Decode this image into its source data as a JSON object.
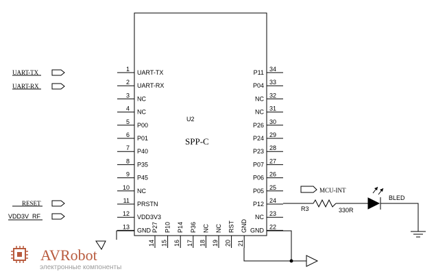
{
  "module": {
    "ref": "U2",
    "value": "SPP-C",
    "left_pins": [
      {
        "num": "1",
        "name": "UART-TX"
      },
      {
        "num": "2",
        "name": "UART-RX"
      },
      {
        "num": "3",
        "name": "NC"
      },
      {
        "num": "4",
        "name": "NC"
      },
      {
        "num": "5",
        "name": "P00"
      },
      {
        "num": "6",
        "name": "P01"
      },
      {
        "num": "7",
        "name": "P40"
      },
      {
        "num": "8",
        "name": "P35"
      },
      {
        "num": "9",
        "name": "P45"
      },
      {
        "num": "10",
        "name": "NC"
      },
      {
        "num": "11",
        "name": "PRSTN"
      },
      {
        "num": "12",
        "name": "VDD3V3"
      },
      {
        "num": "13",
        "name": "GND"
      }
    ],
    "right_pins": [
      {
        "num": "34",
        "name": "P11"
      },
      {
        "num": "33",
        "name": "P04"
      },
      {
        "num": "32",
        "name": "NC"
      },
      {
        "num": "31",
        "name": "NC"
      },
      {
        "num": "30",
        "name": "P26"
      },
      {
        "num": "29",
        "name": "P24"
      },
      {
        "num": "28",
        "name": "P23"
      },
      {
        "num": "27",
        "name": "P07"
      },
      {
        "num": "26",
        "name": "P06"
      },
      {
        "num": "25",
        "name": "P05"
      },
      {
        "num": "24",
        "name": "P12"
      },
      {
        "num": "23",
        "name": "NC"
      },
      {
        "num": "22",
        "name": "GND"
      }
    ],
    "bottom_pins": [
      {
        "num": "14",
        "name": "P27"
      },
      {
        "num": "15",
        "name": "P10"
      },
      {
        "num": "16",
        "name": "P14"
      },
      {
        "num": "17",
        "name": "P36"
      },
      {
        "num": "18",
        "name": "NC"
      },
      {
        "num": "19",
        "name": "NC"
      },
      {
        "num": "20",
        "name": "RST"
      },
      {
        "num": "21",
        "name": "GND"
      }
    ]
  },
  "nets": {
    "uart_tx": "UART-TX",
    "uart_rx": "UART-RX",
    "reset": "RESET",
    "vdd": "VDD3V_RF",
    "mcu_int": "MCU-INT"
  },
  "resistor": {
    "ref": "R3",
    "value": "330R"
  },
  "led": {
    "label": "BLED"
  },
  "logo": {
    "name": "AVRobot",
    "tagline": "электронные компоненты"
  }
}
